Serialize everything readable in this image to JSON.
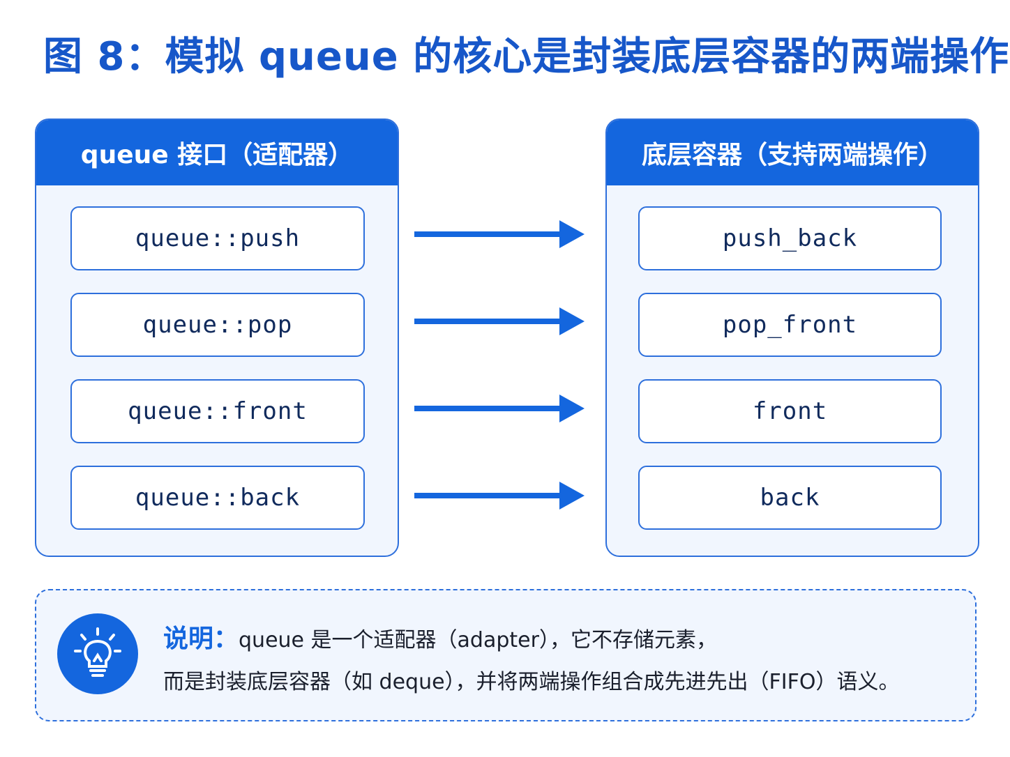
{
  "title": "图 8：模拟 queue 的核心是封装底层容器的两端操作",
  "left_panel": {
    "header": "queue 接口（适配器）",
    "items": [
      "queue::push",
      "queue::pop",
      "queue::front",
      "queue::back"
    ]
  },
  "right_panel": {
    "header": "底层容器（支持两端操作）",
    "items": [
      "push_back",
      "pop_front",
      "front",
      "back"
    ]
  },
  "note": {
    "label": "说明：",
    "line1": "queue 是一个适配器（adapter），它不存储元素，",
    "line2": "而是封装底层容器（如 deque），并将两端操作组合成先进先出（FIFO）语义。"
  },
  "icons": {
    "note_icon": "lightbulb-icon",
    "arrow_icon": "arrow-right-icon"
  },
  "colors": {
    "accent": "#1466de",
    "title": "#1757c9",
    "panel_bg": "#f1f6fe",
    "text": "#102a5c"
  }
}
